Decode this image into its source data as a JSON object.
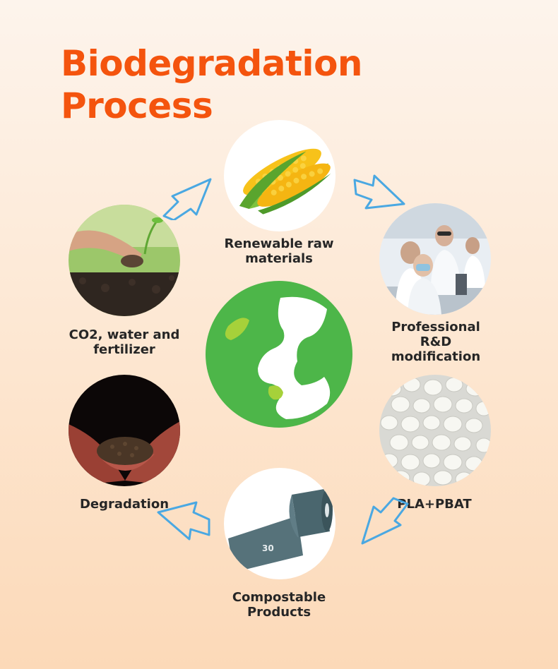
{
  "title": {
    "line1": "Biodegradation",
    "line2": "Process"
  },
  "steps": {
    "renewable": {
      "label": "Renewable raw\nmaterials",
      "image": "corn-cob-photo"
    },
    "research": {
      "label": "Professional\nR&D\nmodification",
      "image": "lab-researchers-photo"
    },
    "pellets": {
      "label": "PLA+PBAT",
      "image": "white-pellets-photo"
    },
    "products": {
      "label": "Compostable\nProducts",
      "image": "bag-roll-photo",
      "roll_text": "30"
    },
    "degradation": {
      "label": "Degradation",
      "image": "soil-in-hands-photo"
    },
    "fertilizer": {
      "label": "CO2, water and\nfertilizer",
      "image": "hand-soil-plant-photo"
    }
  },
  "colors": {
    "title": "#f4540e",
    "globe": "#4db649",
    "globe_land": "#a6d13a",
    "arrow": "#4aa8e2"
  }
}
